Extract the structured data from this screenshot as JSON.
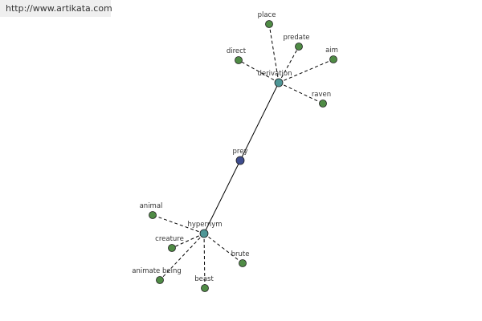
{
  "header": {
    "url": "http://www.artikata.com"
  },
  "graph": {
    "colors": {
      "leaf": "#4f8b45",
      "hub": "#4e9696",
      "center": "#3f4d8e",
      "stroke": "#1e1e1e",
      "edge": "#000000"
    },
    "nodes": [
      {
        "id": "prey",
        "label": "prey",
        "kind": "center"
      },
      {
        "id": "derivation",
        "label": "derivation",
        "kind": "hub"
      },
      {
        "id": "hypernym",
        "label": "hypernym",
        "kind": "hub"
      },
      {
        "id": "place",
        "label": "place",
        "kind": "leaf"
      },
      {
        "id": "predate",
        "label": "predate",
        "kind": "leaf"
      },
      {
        "id": "direct",
        "label": "direct",
        "kind": "leaf"
      },
      {
        "id": "aim",
        "label": "aim",
        "kind": "leaf"
      },
      {
        "id": "raven",
        "label": "raven",
        "kind": "leaf"
      },
      {
        "id": "animal",
        "label": "animal",
        "kind": "leaf"
      },
      {
        "id": "creature",
        "label": "creature",
        "kind": "leaf"
      },
      {
        "id": "animate-being",
        "label": "animate being",
        "kind": "leaf"
      },
      {
        "id": "beast",
        "label": "beast",
        "kind": "leaf"
      },
      {
        "id": "brute",
        "label": "brute",
        "kind": "leaf"
      }
    ],
    "edges": [
      {
        "from": "prey",
        "to": "derivation",
        "style": "solid"
      },
      {
        "from": "prey",
        "to": "hypernym",
        "style": "solid"
      },
      {
        "from": "derivation",
        "to": "place",
        "style": "dashed"
      },
      {
        "from": "derivation",
        "to": "predate",
        "style": "dashed"
      },
      {
        "from": "derivation",
        "to": "direct",
        "style": "dashed"
      },
      {
        "from": "derivation",
        "to": "aim",
        "style": "dashed"
      },
      {
        "from": "derivation",
        "to": "raven",
        "style": "dashed"
      },
      {
        "from": "hypernym",
        "to": "animal",
        "style": "dashed"
      },
      {
        "from": "hypernym",
        "to": "creature",
        "style": "dashed"
      },
      {
        "from": "hypernym",
        "to": "animate-being",
        "style": "dashed"
      },
      {
        "from": "hypernym",
        "to": "beast",
        "style": "dashed"
      },
      {
        "from": "hypernym",
        "to": "brute",
        "style": "dashed"
      }
    ]
  }
}
